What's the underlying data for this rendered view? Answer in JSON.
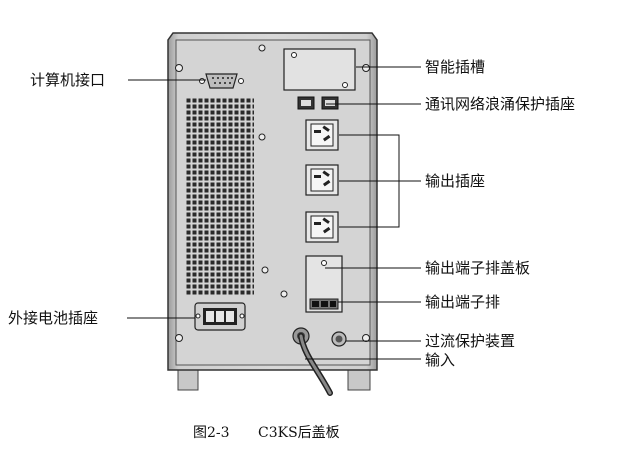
{
  "labels": {
    "computer_port": "计算机接口",
    "smart_slot": "智能插槽",
    "surge_socket": "通讯网络浪涌保护插座",
    "output_socket": "输出插座",
    "terminal_cover": "输出端子排盖板",
    "terminal_block": "输出端子排",
    "battery_socket": "外接电池插座",
    "overcurrent": "过流保护装置",
    "input": "输入"
  },
  "caption": {
    "figure_no": "图2-3",
    "title": "C3KS后盖板"
  }
}
